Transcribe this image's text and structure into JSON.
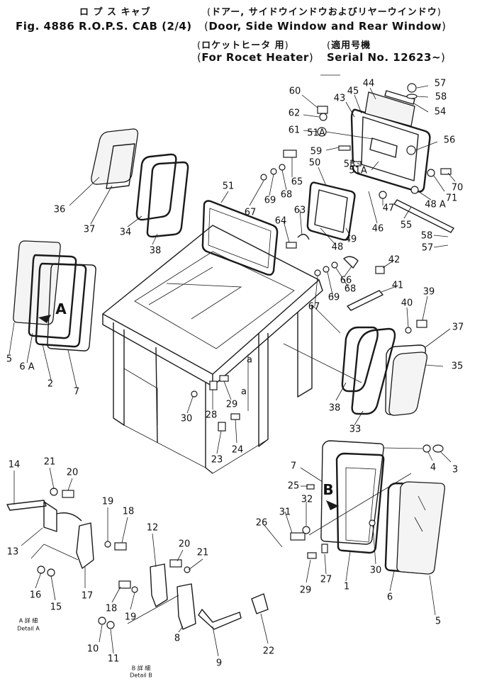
{
  "header": {
    "line1_jp": "ロ プ ス キャブ",
    "line1_right_jp": "ドアー, サイドウインドウおよびリヤーウインドウ",
    "line2_fig": "Fig. 4886 R.O.P.S. CAB (2/4)",
    "line2_right": "Door, Side Window and Rear Window",
    "line3_left_jp": "ロケットヒータ 用",
    "line3_mid_jp": "適用号機",
    "line4_left": "For Rocet Heater",
    "line4_right": "Serial No. 12623~"
  },
  "callouts": {
    "detail_a_letter": "A",
    "detail_b_letter": "B",
    "a_mark_1": "a",
    "a_mark_2": "a",
    "detail_a_jp": "A 詳 細",
    "detail_a_en": "Detail A",
    "detail_b_jp": "B 詳 細",
    "detail_b_en": "Detail B"
  },
  "part_numbers": [
    {
      "id": "p57a",
      "label": "57"
    },
    {
      "id": "p58a",
      "label": "58"
    },
    {
      "id": "p54",
      "label": "54"
    },
    {
      "id": "p44",
      "label": "44"
    },
    {
      "id": "p45",
      "label": "45"
    },
    {
      "id": "p43",
      "label": "43"
    },
    {
      "id": "p60",
      "label": "60"
    },
    {
      "id": "p62",
      "label": "62"
    },
    {
      "id": "p61",
      "label": "61"
    },
    {
      "id": "p51a1",
      "label": "51A"
    },
    {
      "id": "p59",
      "label": "59"
    },
    {
      "id": "p56",
      "label": "56"
    },
    {
      "id": "p51a2",
      "label": "51A"
    },
    {
      "id": "p53",
      "label": "53"
    },
    {
      "id": "p50",
      "label": "50"
    },
    {
      "id": "p65",
      "label": "65"
    },
    {
      "id": "p70",
      "label": "70"
    },
    {
      "id": "p71",
      "label": "71"
    },
    {
      "id": "p48a",
      "label": "48 A"
    },
    {
      "id": "p47",
      "label": "47"
    },
    {
      "id": "p55",
      "label": "55"
    },
    {
      "id": "p46",
      "label": "46"
    },
    {
      "id": "p58b",
      "label": "58"
    },
    {
      "id": "p57b",
      "label": "57"
    },
    {
      "id": "p36",
      "label": "36"
    },
    {
      "id": "p37a",
      "label": "37"
    },
    {
      "id": "p34",
      "label": "34"
    },
    {
      "id": "p38a",
      "label": "38"
    },
    {
      "id": "p51",
      "label": "51"
    },
    {
      "id": "p67a",
      "label": "67"
    },
    {
      "id": "p69a",
      "label": "69"
    },
    {
      "id": "p68a",
      "label": "68"
    },
    {
      "id": "p63",
      "label": "63"
    },
    {
      "id": "p64",
      "label": "64"
    },
    {
      "id": "p48",
      "label": "48"
    },
    {
      "id": "p49",
      "label": "49"
    },
    {
      "id": "p66",
      "label": "66"
    },
    {
      "id": "p42",
      "label": "42"
    },
    {
      "id": "p68b",
      "label": "68"
    },
    {
      "id": "p69b",
      "label": "69"
    },
    {
      "id": "p67b",
      "label": "67"
    },
    {
      "id": "p41",
      "label": "41"
    },
    {
      "id": "p39",
      "label": "39"
    },
    {
      "id": "p40",
      "label": "40"
    },
    {
      "id": "p37b",
      "label": "37"
    },
    {
      "id": "p35",
      "label": "35"
    },
    {
      "id": "p38b",
      "label": "38"
    },
    {
      "id": "p33",
      "label": "33"
    },
    {
      "id": "p5a",
      "label": "5"
    },
    {
      "id": "p6a",
      "label": "6 A"
    },
    {
      "id": "p2",
      "label": "2"
    },
    {
      "id": "p7a",
      "label": "7"
    },
    {
      "id": "p28",
      "label": "28"
    },
    {
      "id": "p29a",
      "label": "29"
    },
    {
      "id": "p30a",
      "label": "30"
    },
    {
      "id": "p23",
      "label": "23"
    },
    {
      "id": "p24",
      "label": "24"
    },
    {
      "id": "p14",
      "label": "14"
    },
    {
      "id": "p21a",
      "label": "21"
    },
    {
      "id": "p20a",
      "label": "20"
    },
    {
      "id": "p13",
      "label": "13"
    },
    {
      "id": "p19a",
      "label": "19"
    },
    {
      "id": "p18a",
      "label": "18"
    },
    {
      "id": "p17",
      "label": "17"
    },
    {
      "id": "p16",
      "label": "16"
    },
    {
      "id": "p15",
      "label": "15"
    },
    {
      "id": "p12",
      "label": "12"
    },
    {
      "id": "p20b",
      "label": "20"
    },
    {
      "id": "p21b",
      "label": "21"
    },
    {
      "id": "p18b",
      "label": "18"
    },
    {
      "id": "p19b",
      "label": "19"
    },
    {
      "id": "p10",
      "label": "10"
    },
    {
      "id": "p11",
      "label": "11"
    },
    {
      "id": "p8",
      "label": "8"
    },
    {
      "id": "p9",
      "label": "9"
    },
    {
      "id": "p22",
      "label": "22"
    },
    {
      "id": "p7b",
      "label": "7"
    },
    {
      "id": "p25",
      "label": "25"
    },
    {
      "id": "p4",
      "label": "4"
    },
    {
      "id": "p3",
      "label": "3"
    },
    {
      "id": "p31",
      "label": "31"
    },
    {
      "id": "p32",
      "label": "32"
    },
    {
      "id": "p26",
      "label": "26"
    },
    {
      "id": "p29b",
      "label": "29"
    },
    {
      "id": "p27",
      "label": "27"
    },
    {
      "id": "p1",
      "label": "1"
    },
    {
      "id": "p30b",
      "label": "30"
    },
    {
      "id": "p6b",
      "label": "6"
    },
    {
      "id": "p5b",
      "label": "5"
    }
  ]
}
